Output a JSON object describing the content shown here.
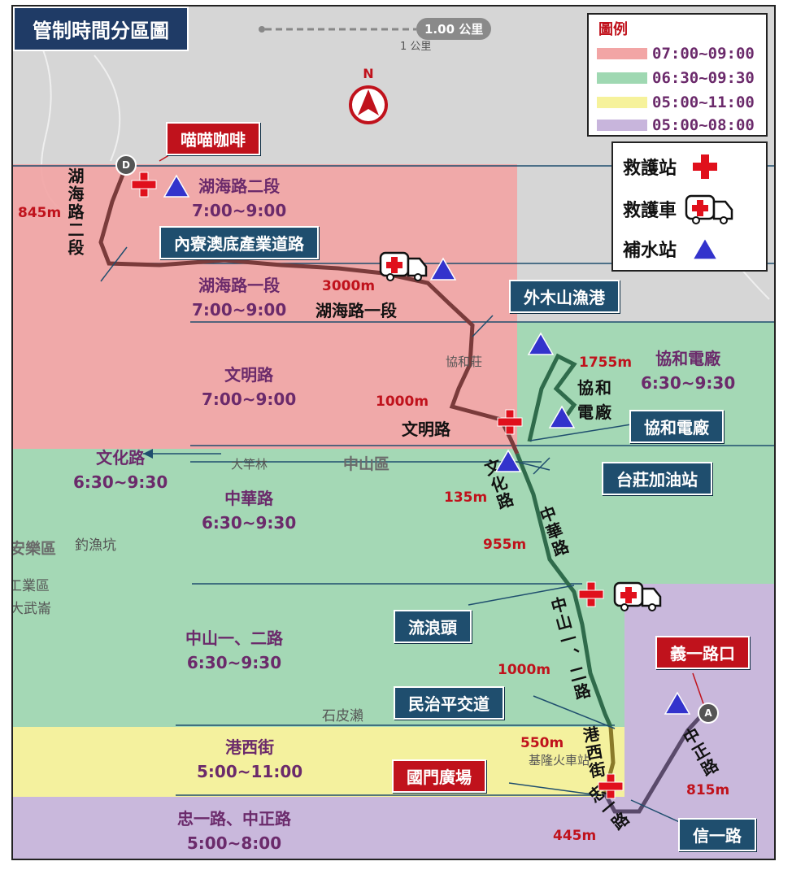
{
  "title": "管制時間分區圖",
  "scale": {
    "pill": "1.00 公里",
    "sub": "1 公里"
  },
  "north": "N",
  "legend": {
    "title": "圖例",
    "items": [
      {
        "label": "07:00~09:00",
        "color": "#f2a5a5"
      },
      {
        "label": "06:30~09:30",
        "color": "#9fd8b2"
      },
      {
        "label": "05:00~11:00",
        "color": "#f6f29b"
      },
      {
        "label": "05:00~08:00",
        "color": "#c8b5dc"
      }
    ]
  },
  "stations": {
    "rescue_station": "救護站",
    "ambulance": "救護車",
    "water_station": "補水站"
  },
  "zones": [
    {
      "road": "湖海路二段",
      "time": "7:00~9:00"
    },
    {
      "road": "湖海路一段",
      "time": "7:00~9:00"
    },
    {
      "road": "文明路",
      "time": "7:00~9:00"
    },
    {
      "road": "協和電廠",
      "time": "6:30~9:30"
    },
    {
      "road": "文化路",
      "time": "6:30~9:30"
    },
    {
      "road": "中華路",
      "time": "6:30~9:30"
    },
    {
      "road": "中山一、二路",
      "time": "6:30~9:30"
    },
    {
      "road": "港西街",
      "time": "5:00~11:00"
    },
    {
      "road": "忠一路、中正路",
      "time": "5:00~8:00"
    }
  ],
  "callouts": {
    "start": "喵喵咖啡",
    "neisi": "內寮澳底產業道路",
    "waimushan": "外木山漁港",
    "xiehe": "協和電廠",
    "taizhuang": "台莊加油站",
    "liulangtou": "流浪頭",
    "minzhiping": "民治平交道",
    "guomen": "國門廣場",
    "yiyi": "義一路口",
    "xinyi": "信一路"
  },
  "distances": {
    "d845": "845m",
    "d3000": "3000m",
    "d1755": "1755m",
    "d1000a": "1000m",
    "d135": "135m",
    "d955": "955m",
    "d1000b": "1000m",
    "d550": "550m",
    "d445": "445m",
    "d815": "815m"
  },
  "roads": {
    "huhai2": "湖海路二段",
    "huhai1": "湖海路一段",
    "xiehe": "協和電廠",
    "wenming": "文明路",
    "wenhua": "文化路",
    "zhonghua": "中華路",
    "zhongshan": "中山一、二路",
    "gangxi": "港西街",
    "zhongyi": "忠一路",
    "zhongzheng": "中正路"
  },
  "places": {
    "zhongshan_dist": "中山區",
    "anle": "安樂區",
    "diaoyukeng": "釣漁坑",
    "gongye": "工業區",
    "dawuluen": "大武崙",
    "shipi": "石皮瀨",
    "dashahu": "大竿林",
    "keelung_station": "基隆火車站",
    "xiezhuang": "協和莊"
  },
  "markers": {
    "start": "D",
    "end": "A"
  }
}
